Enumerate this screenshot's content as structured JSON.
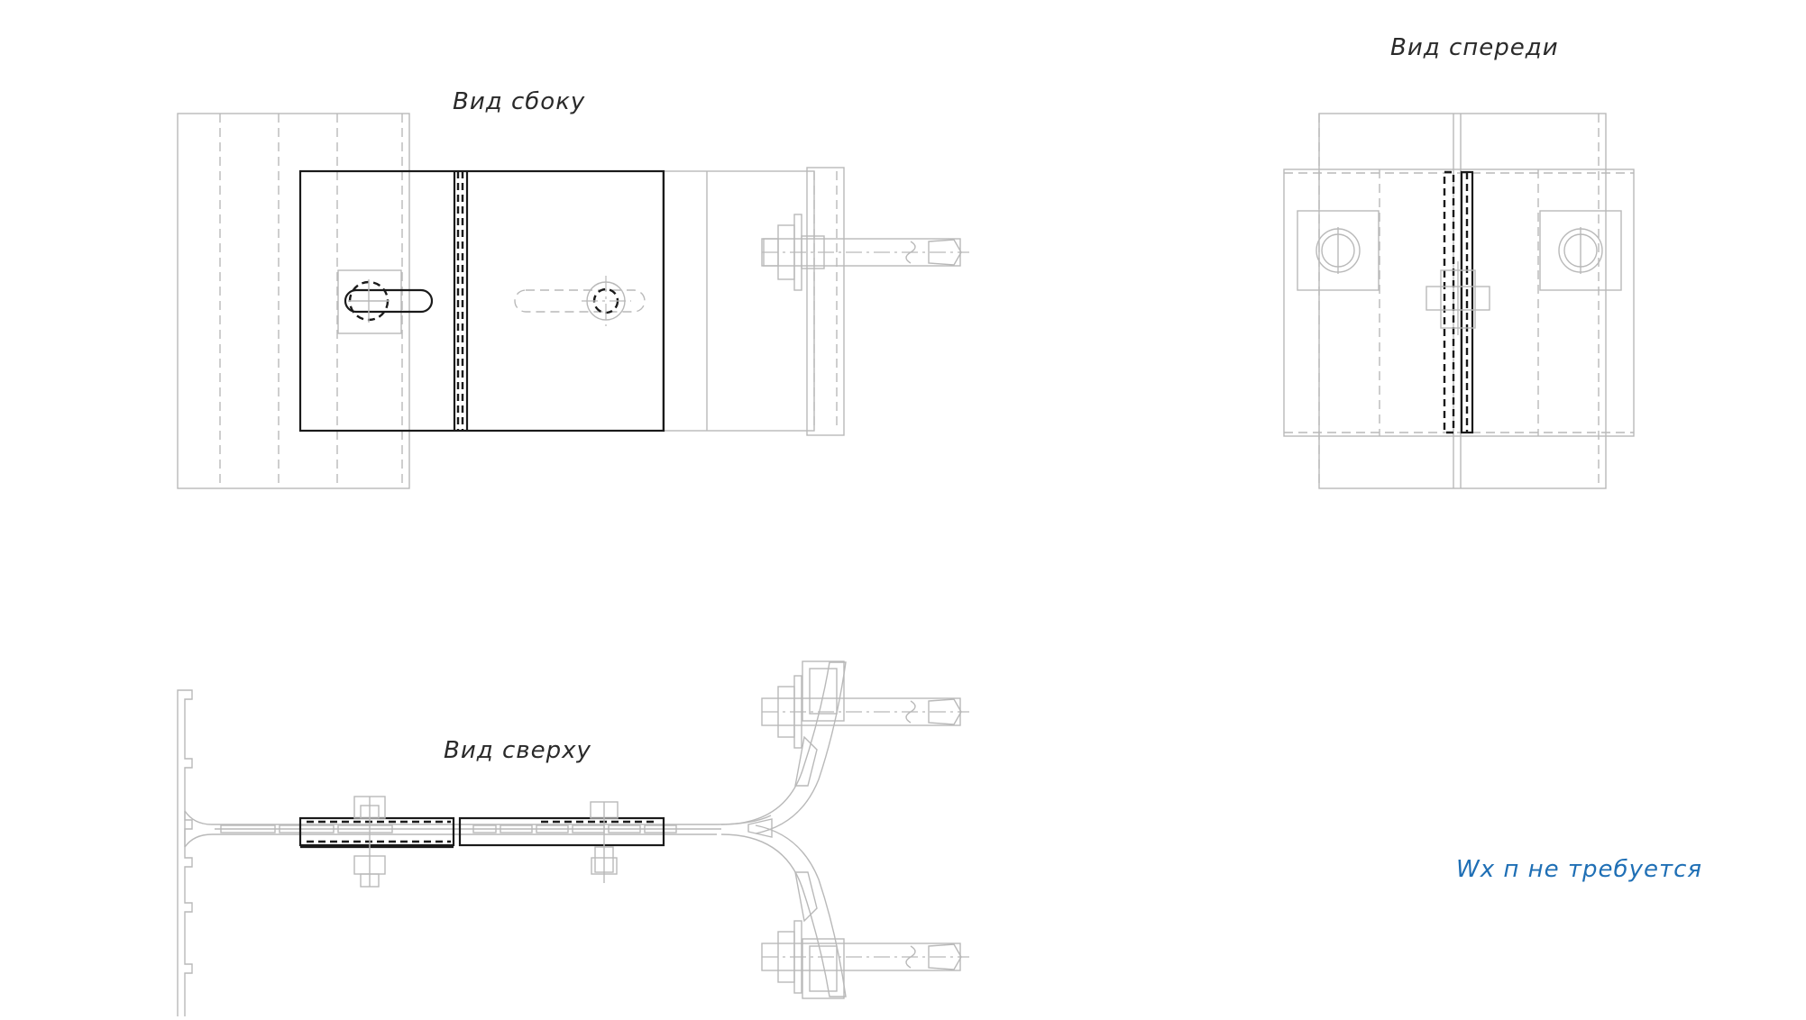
{
  "views": {
    "side": {
      "label": "Вид сбоку"
    },
    "front": {
      "label": "Вид спереди"
    },
    "top": {
      "label": "Вид сверху"
    }
  },
  "note": {
    "text": "Wx п не требуется",
    "color": "#1f6fb5"
  },
  "colors": {
    "line_primary": "#1a1a1a",
    "line_secondary": "#b9b9b9",
    "background": "#ffffff"
  }
}
